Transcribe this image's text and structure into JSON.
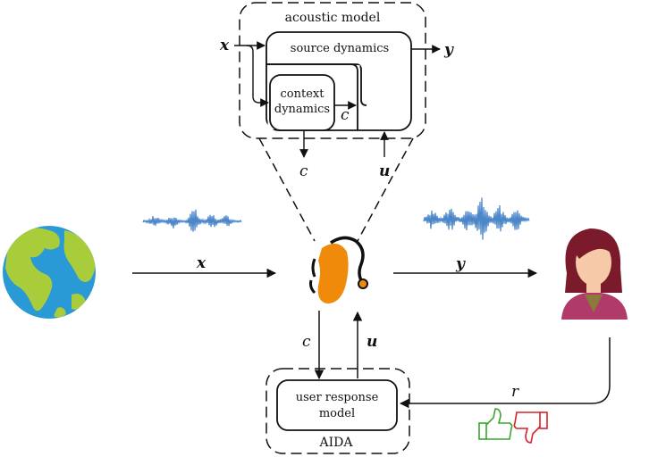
{
  "acoustic_model": {
    "title": "acoustic model",
    "source_dynamics": "source dynamics",
    "context_dynamics_line1": "context",
    "context_dynamics_line2": "dynamics",
    "input_x": "x",
    "output_y": "y",
    "inner_c": "c",
    "out_c": "c",
    "in_u": "u"
  },
  "main_flow": {
    "x_label": "x",
    "y_label": "y",
    "c_label": "c",
    "u_label": "u",
    "r_label": "r"
  },
  "aida": {
    "title": "AIDA",
    "user_response_line1": "user response",
    "user_response_line2": "model"
  },
  "colors": {
    "waveform": "#4a86c8",
    "device": "#f08a0a",
    "thumbs_up": "#3aa52f",
    "thumbs_down": "#d4232a",
    "skin": "#f6c9a8",
    "hair": "#7a1a2a",
    "shirt": "#b03a6a",
    "ocean": "#2a9ad6",
    "land": "#a8cc3a"
  },
  "icons": [
    "globe-icon",
    "hearing-aid-icon",
    "user-avatar-icon",
    "thumbs-up-icon",
    "thumbs-down-icon"
  ]
}
